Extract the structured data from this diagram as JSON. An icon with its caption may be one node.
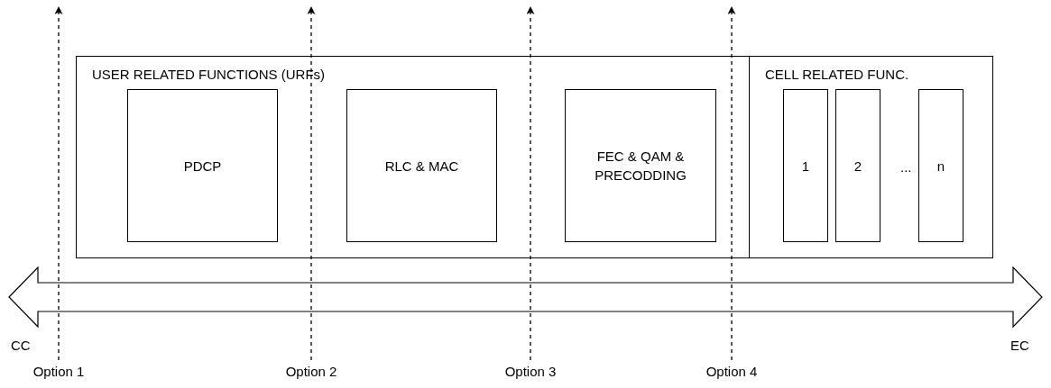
{
  "diagram": {
    "nodes": [
      {
        "text": [
          "USER RELATED FUNCTIONS (URFs)"
        ]
      },
      {
        "text": [
          "PDCP"
        ],
        "in": 0
      },
      {
        "text": [
          "RLC & MAC"
        ],
        "in": 0
      },
      {
        "text": [
          "FEC & QAM & PRECODDING"
        ],
        "in": 0
      },
      {
        "text": [
          "CELL RELATED FUNC."
        ]
      },
      {
        "text": [
          "1"
        ],
        "in": 4
      },
      {
        "text": [
          "2"
        ],
        "in": 4
      },
      {
        "text": [
          "n"
        ],
        "in": 4
      },
      {
        "text": [
          "Option 1"
        ]
      },
      {
        "text": [
          "Option 2"
        ]
      },
      {
        "text": [
          "Option 3"
        ]
      },
      {
        "text": [
          "Option 4"
        ]
      }
    ],
    "edges": [
      {
        "from": 8,
        "to": null,
        "arrow": "to",
        "style": "dashed"
      },
      {
        "from": 9,
        "to": null,
        "arrow": "to",
        "style": "dashed"
      },
      {
        "from": 10,
        "to": null,
        "arrow": "to",
        "style": "dashed"
      },
      {
        "from": 11,
        "to": null,
        "arrow": "to",
        "style": "dashed"
      }
    ],
    "labels": [
      "...",
      "CC",
      "EC"
    ]
  }
}
